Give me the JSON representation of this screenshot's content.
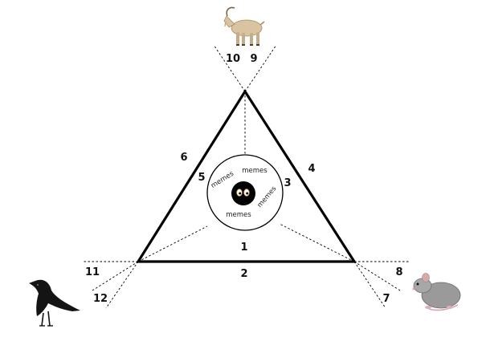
{
  "diagram": {
    "numbers": [
      "1",
      "2",
      "3",
      "4",
      "5",
      "6",
      "7",
      "8",
      "9",
      "10",
      "11",
      "12"
    ],
    "center_labels": [
      "memes",
      "memes",
      "memes",
      "memes"
    ],
    "animals": {
      "top": "goat",
      "bottom_left": "crow",
      "bottom_right": "rat"
    }
  },
  "colors": {
    "line": "#000000",
    "pupil": "#000000",
    "eye_white": "#ffffff",
    "iris": "#c9a24a"
  }
}
